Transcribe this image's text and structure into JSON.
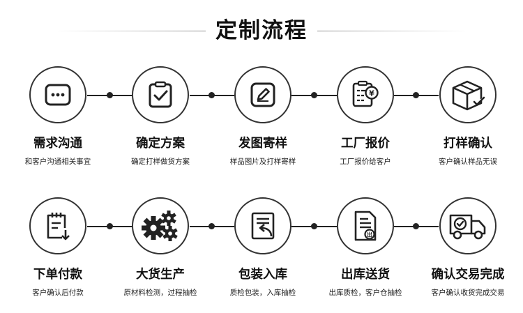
{
  "title": "定制流程",
  "steps_row1": [
    {
      "label": "需求沟通",
      "desc": "和客户沟通相关事宜",
      "icon": "chat-bubble-icon"
    },
    {
      "label": "确定方案",
      "desc": "确定打样做货方案",
      "icon": "clipboard-check-icon"
    },
    {
      "label": "发图寄样",
      "desc": "样品图片及打样寄样",
      "icon": "edit-pencil-icon"
    },
    {
      "label": "工厂报价",
      "desc": "工厂报价给客户",
      "icon": "price-list-icon"
    },
    {
      "label": "打样确认",
      "desc": "客户确认样品无误",
      "icon": "package-check-icon"
    }
  ],
  "steps_row2": [
    {
      "label": "下单付款",
      "desc": "客户确认后付款",
      "icon": "document-download-icon"
    },
    {
      "label": "大货生产",
      "desc": "原材料检测，过程抽检",
      "icon": "gears-icon"
    },
    {
      "label": "包装入库",
      "desc": "质检包装，入库抽检",
      "icon": "document-return-icon"
    },
    {
      "label": "出库送货",
      "desc": "出库质检，客户仓抽检",
      "icon": "outbound-document-icon"
    },
    {
      "label": "确认交易完成",
      "desc": "客户确认收货完成交易",
      "icon": "delivery-truck-icon"
    }
  ],
  "icon_badge_text": {
    "yuan": "¥",
    "out": "出"
  },
  "colors": {
    "stroke": "#222222",
    "text": "#111111",
    "line": "#8c8c8c"
  }
}
